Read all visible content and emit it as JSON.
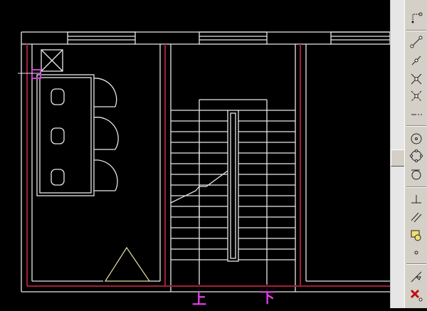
{
  "drawing": {
    "labels": {
      "up": "上",
      "down": "下"
    },
    "colors": {
      "wall": "#e8e8e8",
      "wall_inner": "#a0203a",
      "grip": "#d040d0",
      "door": "#e8e0a0",
      "text": "#e040e0"
    }
  },
  "toolbar": {
    "tools": [
      "temporary-tracking-point",
      "snap-endpoint",
      "snap-midpoint",
      "snap-intersection",
      "snap-apparent-intersection",
      "snap-extension",
      "snap-center",
      "snap-quadrant",
      "snap-tangent",
      "snap-perpendicular",
      "snap-parallel",
      "snap-insert",
      "snap-node",
      "snap-nearest",
      "snap-none"
    ]
  }
}
